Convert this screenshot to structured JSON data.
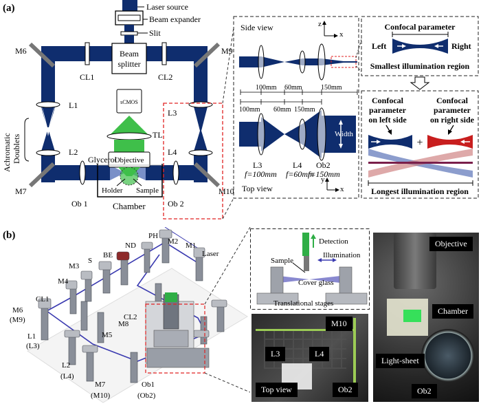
{
  "panel_a": {
    "label": "(a)",
    "laser_source": "Laser source",
    "beam_expander": "Beam expander",
    "slit": "Slit",
    "splitter_line1": "Beam",
    "splitter_line2": "splitter",
    "m6": "M6",
    "m7": "M7",
    "m9": "M9",
    "m10": "M10",
    "cl1": "CL1",
    "cl2": "CL2",
    "l1": "L1",
    "l2": "L2",
    "l3": "L3",
    "l4": "L4",
    "tl": "TL",
    "camera": "sCMOS",
    "objective": "Objective",
    "glycerol": "Glycerol",
    "holder": "Holder",
    "sample": "Sample",
    "chamber": "Chamber",
    "ob1": "Ob 1",
    "ob2": "Ob 2",
    "achromatic": "Achromatic",
    "doublets": "Doublets",
    "side_view": "Side view",
    "top_view": "Top view",
    "dims_top": [
      "100mm",
      "60mm",
      "150mm"
    ],
    "dims_bottom": [
      "100mm",
      "60mm",
      "150mm"
    ],
    "width": "Width",
    "lens_l3": "L3",
    "lens_l3_f": "f=100mm",
    "lens_l4": "L4",
    "lens_l4_f": "f=60mm",
    "lens_ob2": "Ob2",
    "lens_ob2_f": "f=150mm",
    "axis_z": "z",
    "axis_x": "x",
    "axis_y": "y",
    "axis_x2": "x",
    "confocal_parameter": "Confocal parameter",
    "left": "Left",
    "right": "Right",
    "smallest_region": "Smallest illumination region",
    "cp_left_1": "Confocal",
    "cp_left_2": "parameter",
    "cp_left_3": "on left side",
    "cp_right_1": "Confocal",
    "cp_right_2": "parameter",
    "cp_right_3": "on right side",
    "plus": "+",
    "longest_region": "Longest illumination region"
  },
  "panel_b": {
    "label": "(b)",
    "parts": {
      "ph": "PH",
      "m2": "M2",
      "m1": "M1",
      "laser": "Laser",
      "nd": "ND",
      "be": "BE",
      "s": "S",
      "m3": "M3",
      "m4": "M4",
      "m6": "M6",
      "m9": "(M9)",
      "cl1": "CL1",
      "cl2": "CL2",
      "m5": "M5",
      "m8": "M8",
      "l1": "L1",
      "l3": "(L3)",
      "l2": "L2",
      "l4": "(L4)",
      "m7": "M7",
      "m10": "(M10)",
      "ob1": "Ob1",
      "ob2": "(Ob2)"
    },
    "inset": {
      "detection": "Detection",
      "illumination": "Illumination",
      "sample": "Sample",
      "cover_glass": "Cover glass",
      "stages": "Translational stages"
    },
    "topview_photo": {
      "m10": "M10",
      "l3": "L3",
      "l4": "L4",
      "top_view": "Top view",
      "ob2": "Ob2"
    },
    "right_photo": {
      "objective": "Objective",
      "chamber": "Chamber",
      "light_sheet": "Light-sheet",
      "ob2": "Ob2"
    }
  },
  "colors": {
    "beam": "#0f2d6e",
    "fluor": "#3fbf4a",
    "red": "#c81e1e",
    "dash_red": "#e02020"
  }
}
